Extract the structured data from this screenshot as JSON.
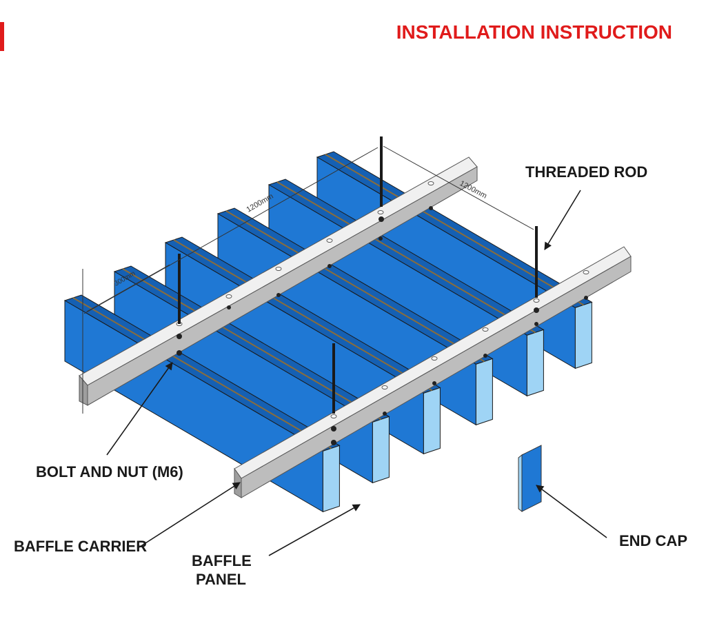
{
  "header": {
    "title": "INSTALLATION INSTRUCTION"
  },
  "labels": {
    "threaded_rod": "THREADED ROD",
    "bolt_and_nut": "BOLT AND NUT (M6)",
    "baffle_carrier": "BAFFLE CARRIER",
    "baffle_panel_line1": "BAFFLE",
    "baffle_panel_line2": "PANEL",
    "end_cap": "END CAP"
  },
  "dimensions": {
    "carrier_length": "1200mm",
    "rod_spacing": "1200mm",
    "panel_spacing": "300mm"
  },
  "colors": {
    "title": "#e01b1b",
    "baffle_side": "#1f78d4",
    "baffle_top": "#1560b3",
    "baffle_end": "#9fd4f5",
    "carrier": "#d9d9d9",
    "rod": "#1a1a1a"
  }
}
